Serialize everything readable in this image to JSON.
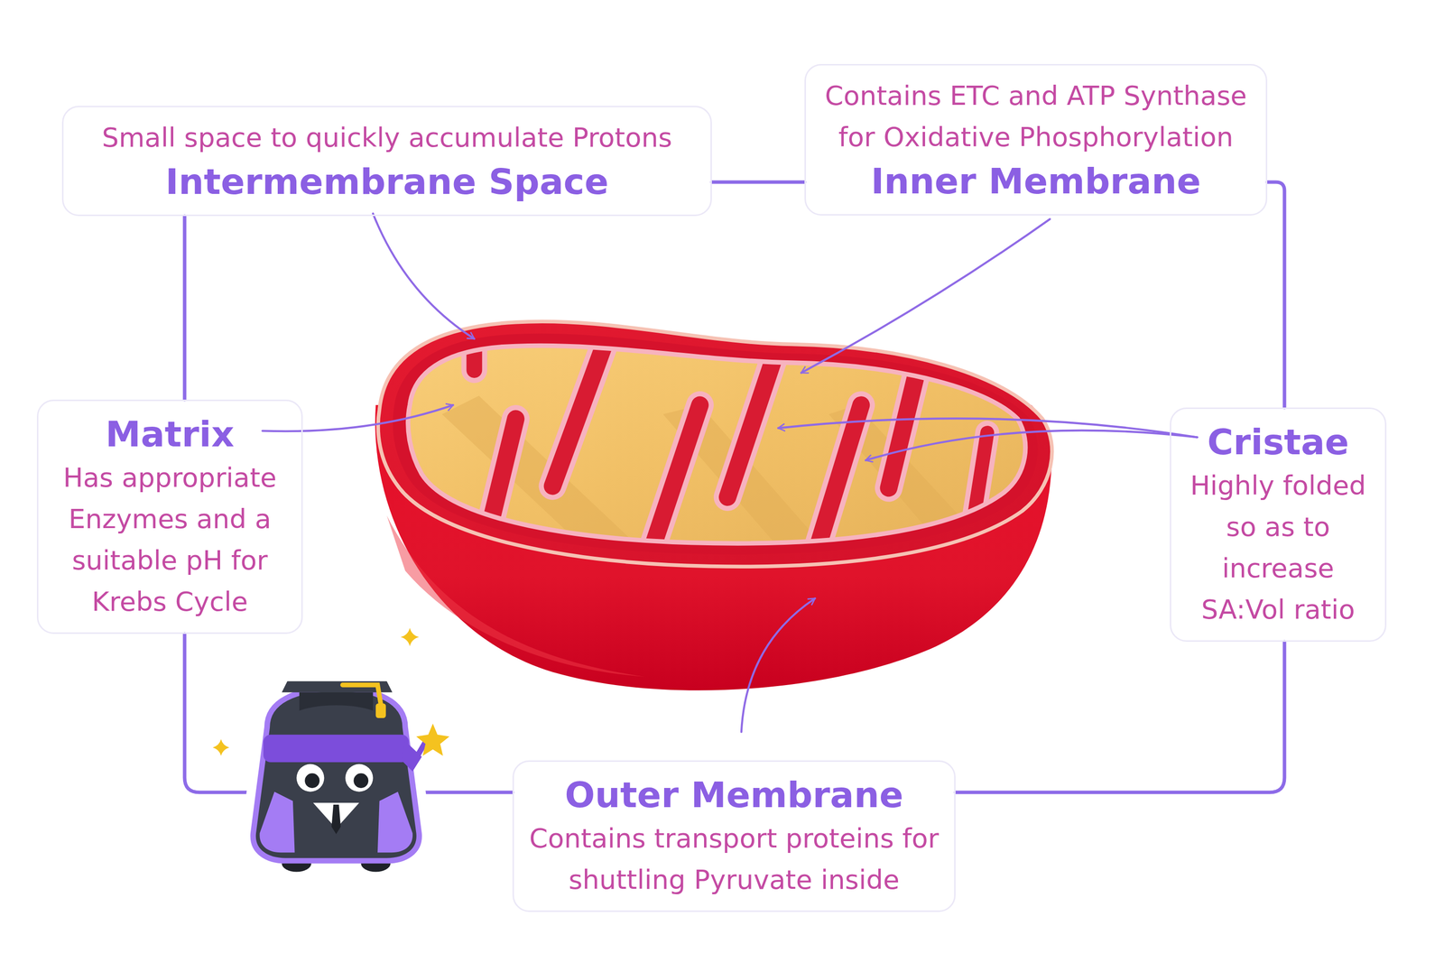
{
  "diagram": {
    "nodes": [
      {
        "text": [
          "Small space to quickly accumulate Protons",
          "Intermembrane Space"
        ]
      },
      {
        "text": [
          "Contains ETC and ATP Synthase for Oxidative Phosphorylation",
          "Inner Membrane"
        ]
      },
      {
        "text": [
          "Matrix",
          "Has appropriate Enzymes and a suitable pH for Krebs Cycle"
        ]
      },
      {
        "text": [
          "Cristae",
          "Highly folded so as to increase SA:Vol ratio"
        ]
      },
      {
        "text": [
          "Outer Membrane",
          "Contains transport proteins for shuttling Pyruvate inside"
        ]
      }
    ],
    "edges": [
      {
        "from": 0,
        "to": 1,
        "arrow": "none"
      },
      {
        "from": 0,
        "to": 2,
        "arrow": "none"
      },
      {
        "from": 1,
        "to": 3,
        "arrow": "none"
      },
      {
        "from": 2,
        "to": 4,
        "arrow": "none"
      },
      {
        "from": 3,
        "to": 4,
        "arrow": "none"
      }
    ]
  }
}
